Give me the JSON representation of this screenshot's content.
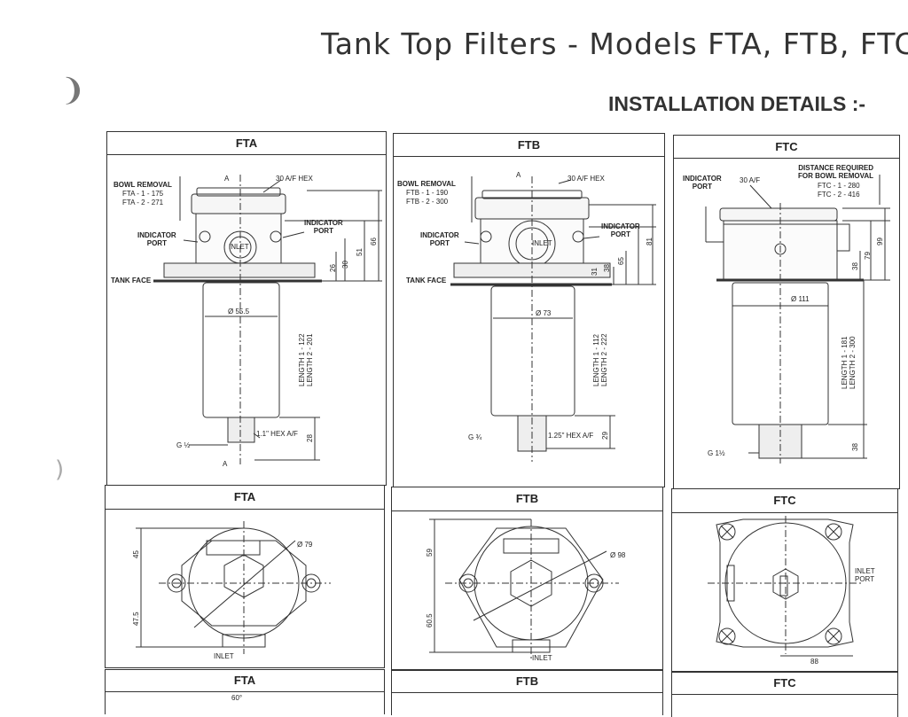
{
  "header": {
    "title": "Tank Top Filters - Models FTA, FTB, FTC",
    "subtitle": "INSTALLATION DETAILS :-"
  },
  "fta": {
    "label": "FTA",
    "bowl_removal": "BOWL REMOVAL",
    "bowl1": "FTA - 1 - 175",
    "bowl2": "FTA - 2 - 271",
    "hex_top": "30 A/F HEX",
    "indicator_port_left": "INDICATOR\nPORT",
    "indicator_port_right": "INDICATOR\nPORT",
    "inlet": "INLET",
    "tank_face": "TANK FACE",
    "dia": "Ø 55.5",
    "length": "LENGTH 1 - 122\nLENGTH 2 - 201",
    "hex_bottom": "1.1\" HEX A/F",
    "thread": "G ½",
    "dim_26": "26",
    "dim_30": "30",
    "dim_51": "51",
    "dim_66": "66",
    "dim_28": "28",
    "section_a": "A",
    "plan_label": "FTA",
    "plan_dia": "Ø 79",
    "plan_45": "45",
    "plan_47_5": "47.5",
    "plan_inlet": "INLET",
    "bottom_label": "FTA",
    "bottom_angle": "60°"
  },
  "ftb": {
    "label": "FTB",
    "bowl_removal": "BOWL REMOVAL",
    "bowl1": "FTB - 1 - 190",
    "bowl2": "FTB - 2 - 300",
    "hex_top": "30 A/F HEX",
    "indicator_port_left": "INDICATOR\nPORT",
    "indicator_port_right": "INDICATOR\nPORT",
    "inlet": "INLET",
    "tank_face": "TANK FACE",
    "dia": "Ø 73",
    "length": "LENGTH 1 - 112\nLENGTH 2 - 222",
    "hex_bottom": "1.25\" HEX A/F",
    "thread": "G ¾",
    "dim_31": "31",
    "dim_38": "38",
    "dim_65": "65",
    "dim_81": "81",
    "dim_29": "29",
    "section_a": "A",
    "plan_label": "FTB",
    "plan_dia": "Ø 98",
    "plan_59": "59",
    "plan_60_5": "60.5",
    "plan_inlet": "INLET",
    "bottom_label": "FTB"
  },
  "ftc": {
    "label": "FTC",
    "indicator_port": "INDICATOR\nPORT",
    "af": "30 A/F",
    "distance": "DISTANCE REQUIRED\nFOR BOWL REMOVAL",
    "bowl1": "FTC - 1 - 280",
    "bowl2": "FTC - 2 - 416",
    "dia": "Ø 111",
    "length": "LENGTH 1 - 181\nLENGTH 2 - 300",
    "thread": "G 1½",
    "dim_38a": "38",
    "dim_79": "79",
    "dim_99": "99",
    "dim_38b": "38",
    "plan_label": "FTC",
    "plan_inlet_port": "INLET\nPORT",
    "plan_88": "88",
    "bottom_label": "FTC"
  }
}
